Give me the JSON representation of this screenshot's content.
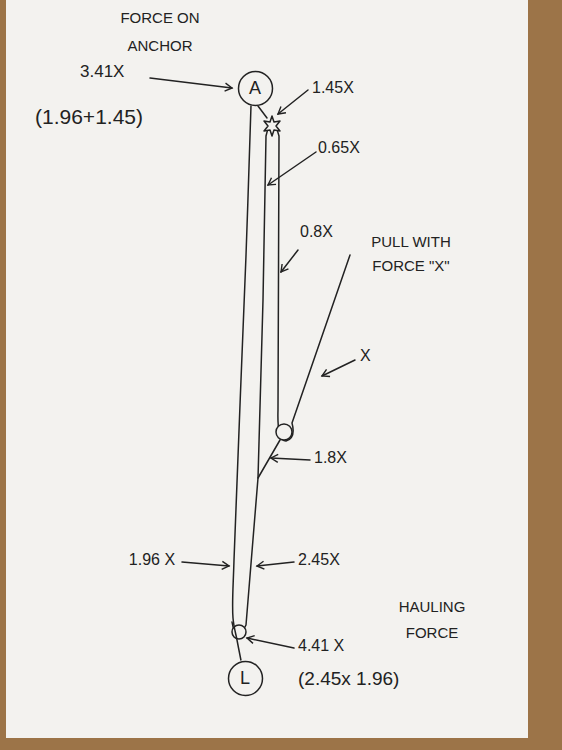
{
  "diagram": {
    "nodes": [
      {
        "text": [
          "A"
        ]
      },
      {
        "text": [
          "L"
        ]
      }
    ],
    "edges": [
      {
        "from": 0,
        "to": 1,
        "arrow": "none"
      }
    ],
    "labels": [
      "FORCE ON ANCHOR",
      "3.41X",
      "(1.96+1.45)",
      "1.45X",
      "0.65X",
      "0.8X",
      "PULL WITH FORCE \"X\"",
      "X",
      "1.8X",
      "1.96 X",
      "2.45X",
      "HAULING FORCE",
      "4.41 X",
      "(2.45x 1.96)"
    ]
  }
}
